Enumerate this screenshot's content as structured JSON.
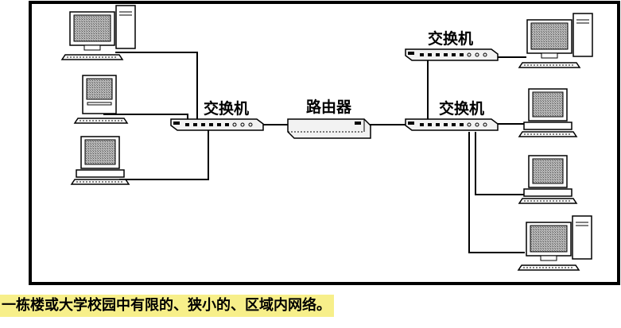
{
  "labels": {
    "left_switch": "交换机",
    "router": "路由器",
    "right_top_switch": "交换机",
    "right_bottom_switch": "交换机"
  },
  "caption": "一栋楼或大学校园中有限的、狭小的、区域内网络。",
  "colors": {
    "caption_bg": "#f7ef8a",
    "frame": "#000000",
    "screen": "#9a9a9a"
  }
}
